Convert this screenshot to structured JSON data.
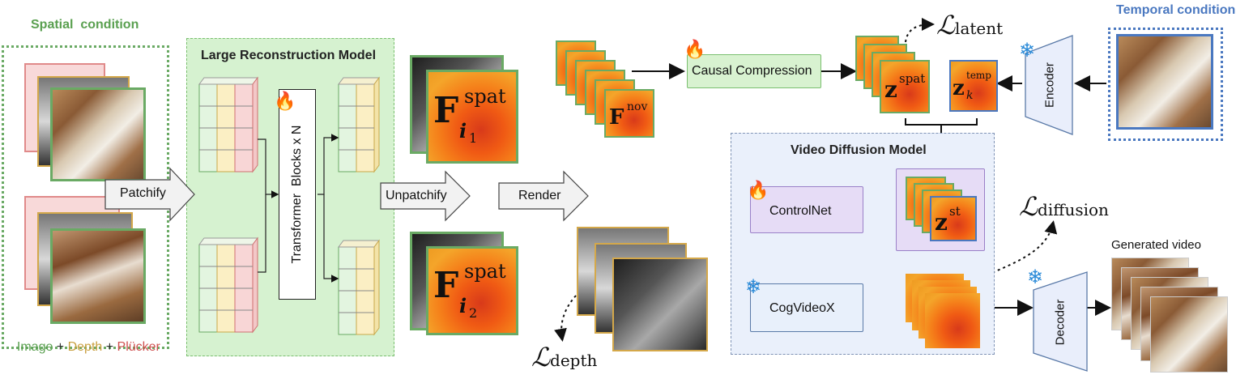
{
  "spatial": {
    "title": "Spatial  condition",
    "legend": {
      "image": "Image",
      "plus1": " + ",
      "depth": "Depth",
      "plus2": " + ",
      "plucker": "Plücker"
    }
  },
  "lrm": {
    "title": "Large Reconstruction Model",
    "transformer": "Transformer  Blocks x N"
  },
  "arrows": {
    "patchify": "Patchify",
    "unpatchify": "Unpatchify",
    "render": "Render"
  },
  "features": {
    "f_main": "F",
    "f_sup": "spat",
    "f1_sub": "i",
    "f1_subsub": "1",
    "f2_sub": "i",
    "f2_subsub": "2",
    "nov_main": "F",
    "nov_sup": "nov"
  },
  "compression": {
    "label": "Causal Compression"
  },
  "latents": {
    "z_main": "z",
    "zspat_sup": "spat",
    "ztemp_sup": "temp",
    "ztemp_sub": "k",
    "zst_sup": "st"
  },
  "losses": {
    "L": "ℒ",
    "latent": "latent",
    "depth": "depth",
    "diffusion": "diffusion"
  },
  "temporal": {
    "title": "Temporal condition"
  },
  "encoder": {
    "label": "Encoder"
  },
  "decoder": {
    "label": "Decoder"
  },
  "vdm": {
    "title": "Video Diffusion Model",
    "controlnet": "ControlNet",
    "cogvideo": "CogVideoX"
  },
  "output": {
    "label": "Generated video"
  },
  "colors": {
    "green_border": "#6aaa64",
    "lrm_bg": "#d6f2d0",
    "compression_bg": "#d8f2d0",
    "vdm_bg": "#eaf0fb",
    "controlnet_bg": "#e6dcf6",
    "cog_bg": "#e8f0fb",
    "depth_color": "#d4a84a",
    "plucker_color": "#d05050",
    "temporal_color": "#4a78c0"
  }
}
